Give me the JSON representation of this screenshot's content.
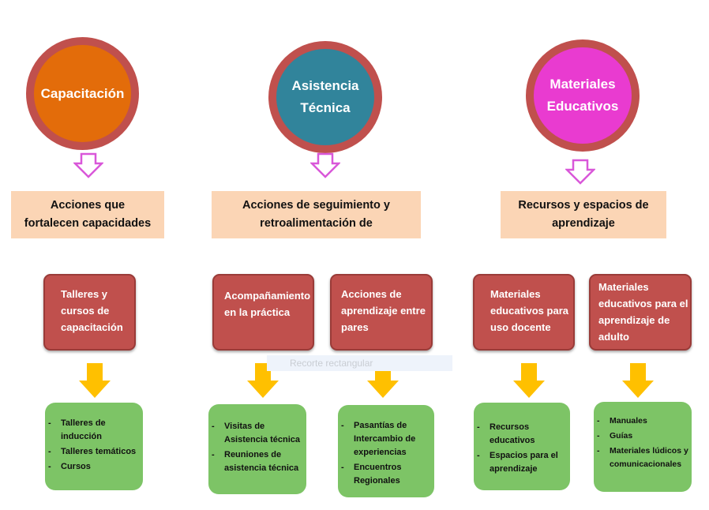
{
  "colors": {
    "ring": "#c0504d",
    "capacitacion": "#e36c0a",
    "asistencia": "#31849b",
    "materiales": "#e93bd0",
    "header_box": "#fbd5b5",
    "red_box": "#c0504d",
    "green_box": "#7dc466",
    "yellow_arrow": "#ffc000",
    "outline_arrow": "#d957d9"
  },
  "columns": [
    {
      "circle": {
        "line1": "Capacitación",
        "line2": ""
      },
      "header": {
        "line1": "Acciones que",
        "line2": "fortalecen capacidades"
      },
      "branches": [
        {
          "action": [
            "Talleres y",
            "cursos de",
            "capacitación"
          ],
          "items": [
            "Talleres de inducción",
            "Talleres temáticos",
            "Cursos"
          ]
        }
      ]
    },
    {
      "circle": {
        "line1": "Asistencia",
        "line2": "Técnica"
      },
      "header": {
        "line1": "Acciones de seguimiento y",
        "line2": "retroalimentación de"
      },
      "branches": [
        {
          "action": [
            "Acompañamiento",
            "en la práctica"
          ],
          "items": [
            "Visitas de Asistencia técnica",
            "Reuniones de asistencia técnica"
          ]
        },
        {
          "action": [
            "Acciones de",
            "aprendizaje entre",
            "pares"
          ],
          "items": [
            "Pasantías de Intercambio de experiencias",
            "Encuentros Regionales"
          ]
        }
      ]
    },
    {
      "circle": {
        "line1": "Materiales",
        "line2": "Educativos"
      },
      "header": {
        "line1": "Recursos y espacios de",
        "line2": "aprendizaje"
      },
      "branches": [
        {
          "action": [
            "Materiales",
            "educativos para",
            "uso docente"
          ],
          "items": [
            "Recursos educativos",
            "Espacios para el aprendizaje"
          ]
        },
        {
          "action": [
            "Materiales",
            "educativos para el",
            "aprendizaje de",
            "adulto"
          ],
          "items": [
            "Manuales",
            "Guías",
            "Materiales lúdicos y comunicacionales"
          ]
        }
      ]
    }
  ],
  "bullet": "-",
  "overlay_label": "Recorte rectangular"
}
